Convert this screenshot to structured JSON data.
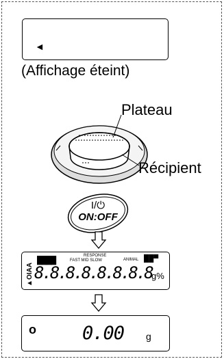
{
  "step1": {
    "caption": "(Affichage éteint)",
    "indicator": "◄"
  },
  "diagram": {
    "label_pan": "Plateau",
    "label_container": "Récipient"
  },
  "power_button": {
    "symbol": "I/⏻",
    "text": "ON:OFF"
  },
  "full_display": {
    "digits": "8.8.8.8.8.8.8.8",
    "response_header": "RESPONSE",
    "response_modes": "FAST MID SLOW",
    "animal": "ANIMAL",
    "unit": "g%",
    "side_label": "▲OIAA"
  },
  "final_display": {
    "stable_mark": "o",
    "value": "0.00",
    "unit": "g"
  }
}
